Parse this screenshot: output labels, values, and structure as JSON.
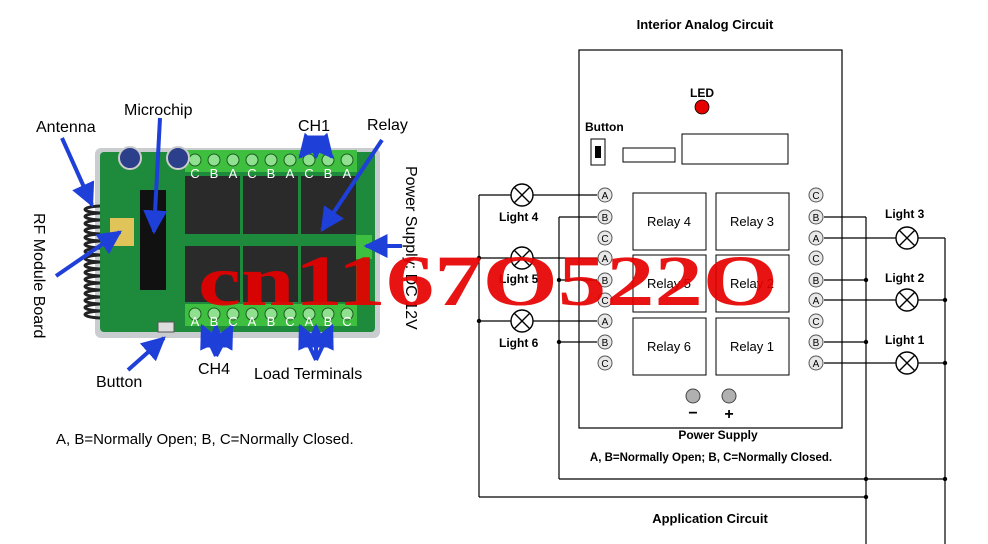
{
  "photo": {
    "labels": {
      "antenna": "Antenna",
      "microchip": "Microchip",
      "ch1": "CH1",
      "relay": "Relay",
      "power_supply": "Power Supply: DC 12V",
      "rf_module": "RF Module Board",
      "button": "Button",
      "ch4": "CH4",
      "load_terminals": "Load Terminals"
    },
    "top_terminals": [
      "C",
      "B",
      "A",
      "C",
      "B",
      "A",
      "C",
      "B",
      "A"
    ],
    "bottom_terminals": [
      "A",
      "B",
      "C",
      "A",
      "B",
      "C",
      "A",
      "B",
      "C"
    ],
    "note": "A, B=Normally Open; B, C=Normally Closed.",
    "colors": {
      "board": "#1e8a3c",
      "relay": "#2a2a2a",
      "terminal": "#3fbf3f",
      "arrow": "#1f3fd9"
    }
  },
  "circuit": {
    "title": "Interior Analog Circuit",
    "led_label": "LED",
    "button_label": "Button",
    "relays": [
      "Relay 4",
      "Relay 3",
      "Relay 5",
      "Relay 2",
      "Relay 6",
      "Relay 1"
    ],
    "left_terminals": [
      "A",
      "B",
      "C",
      "A",
      "B",
      "C",
      "A",
      "B",
      "C"
    ],
    "right_terminals": [
      "C",
      "B",
      "A",
      "C",
      "B",
      "A",
      "C",
      "B",
      "A"
    ],
    "lights_left": [
      "Light 4",
      "Light 5",
      "Light 6"
    ],
    "lights_right": [
      "Light 3",
      "Light 2",
      "Light 1"
    ],
    "power_minus": "−",
    "power_plus": "+",
    "power_label": "Power Supply",
    "note": "A, B=Normally Open;  B, C=Normally Closed.",
    "footer": "Application Circuit",
    "colors": {
      "led": "#e60000",
      "line": "#000000",
      "knob": "#b0b0b0"
    }
  },
  "watermark": {
    "text": "cn1167O522O",
    "color": "#e60000"
  }
}
